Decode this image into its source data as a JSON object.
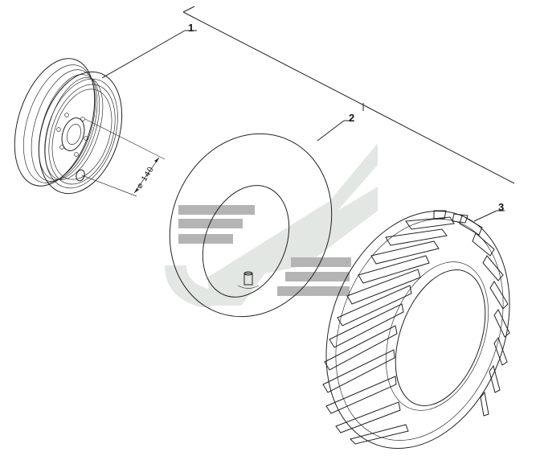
{
  "diagram": {
    "callouts": [
      {
        "id": "1",
        "label": "1"
      },
      {
        "id": "2",
        "label": "2"
      },
      {
        "id": "3",
        "label": "3"
      }
    ],
    "dimension_label": "⌀ 140",
    "watermark_colors": {
      "grey": "#b4b4b4",
      "light": "#e3e7e3"
    }
  }
}
